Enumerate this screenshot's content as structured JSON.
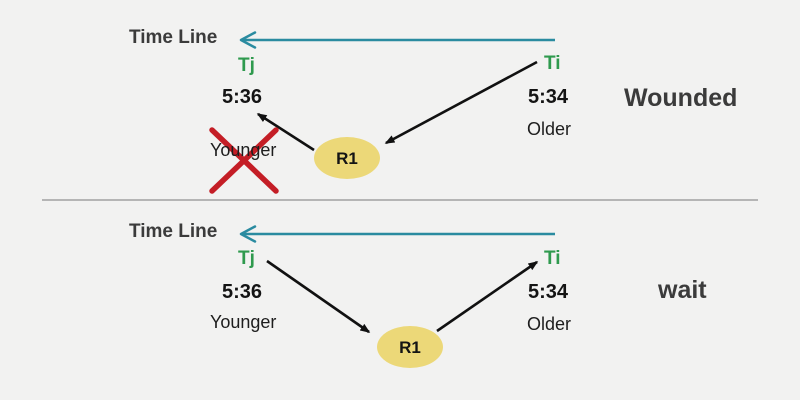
{
  "colors": {
    "background": "#f2f2f1",
    "timeline_arrow": "#2a8ba0",
    "txn_green": "#2f9a4e",
    "abort_red": "#c41e26",
    "resource_yellow": "#ecd878",
    "dark_text": "#3b3b3b",
    "divider_gray": "#b5b5b5",
    "edge_black": "#111111"
  },
  "panels": [
    {
      "id": "wounded",
      "timeline_label": "Time Line",
      "younger_txn": {
        "name": "Tj",
        "time": "5:36",
        "age_label": "Younger"
      },
      "older_txn": {
        "name": "Ti",
        "time": "5:34",
        "age_label": "Older"
      },
      "resource_label": "R1",
      "outcome_label": "Wounded",
      "younger_aborted": true
    },
    {
      "id": "wait",
      "timeline_label": "Time Line",
      "younger_txn": {
        "name": "Tj",
        "time": "5:36",
        "age_label": "Younger"
      },
      "older_txn": {
        "name": "Ti",
        "time": "5:34",
        "age_label": "Older"
      },
      "resource_label": "R1",
      "outcome_label": "wait",
      "younger_aborted": false
    }
  ]
}
